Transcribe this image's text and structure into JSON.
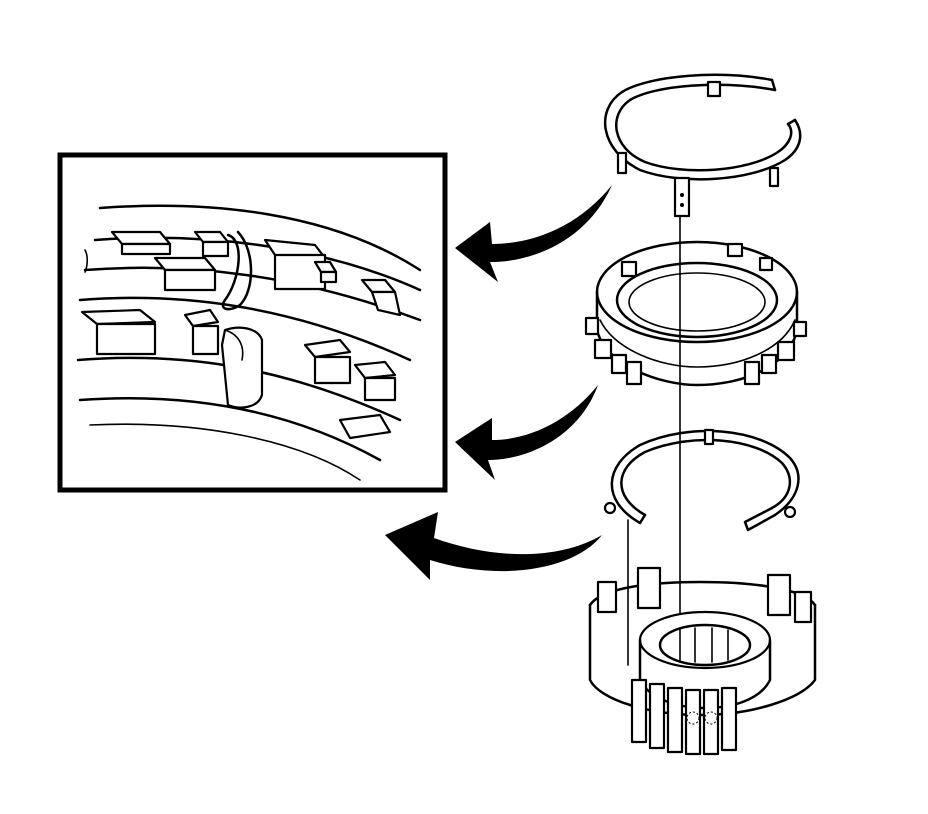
{
  "figure": {
    "type": "exploded-assembly-illustration",
    "parts": [
      "upper-spring-ring",
      "synchronizer-ring",
      "lower-spring-ring",
      "gear-hub"
    ],
    "detail_view": "inset-zoom",
    "arrows": 3,
    "colors": {
      "line": "#000000",
      "background": "#ffffff"
    }
  }
}
